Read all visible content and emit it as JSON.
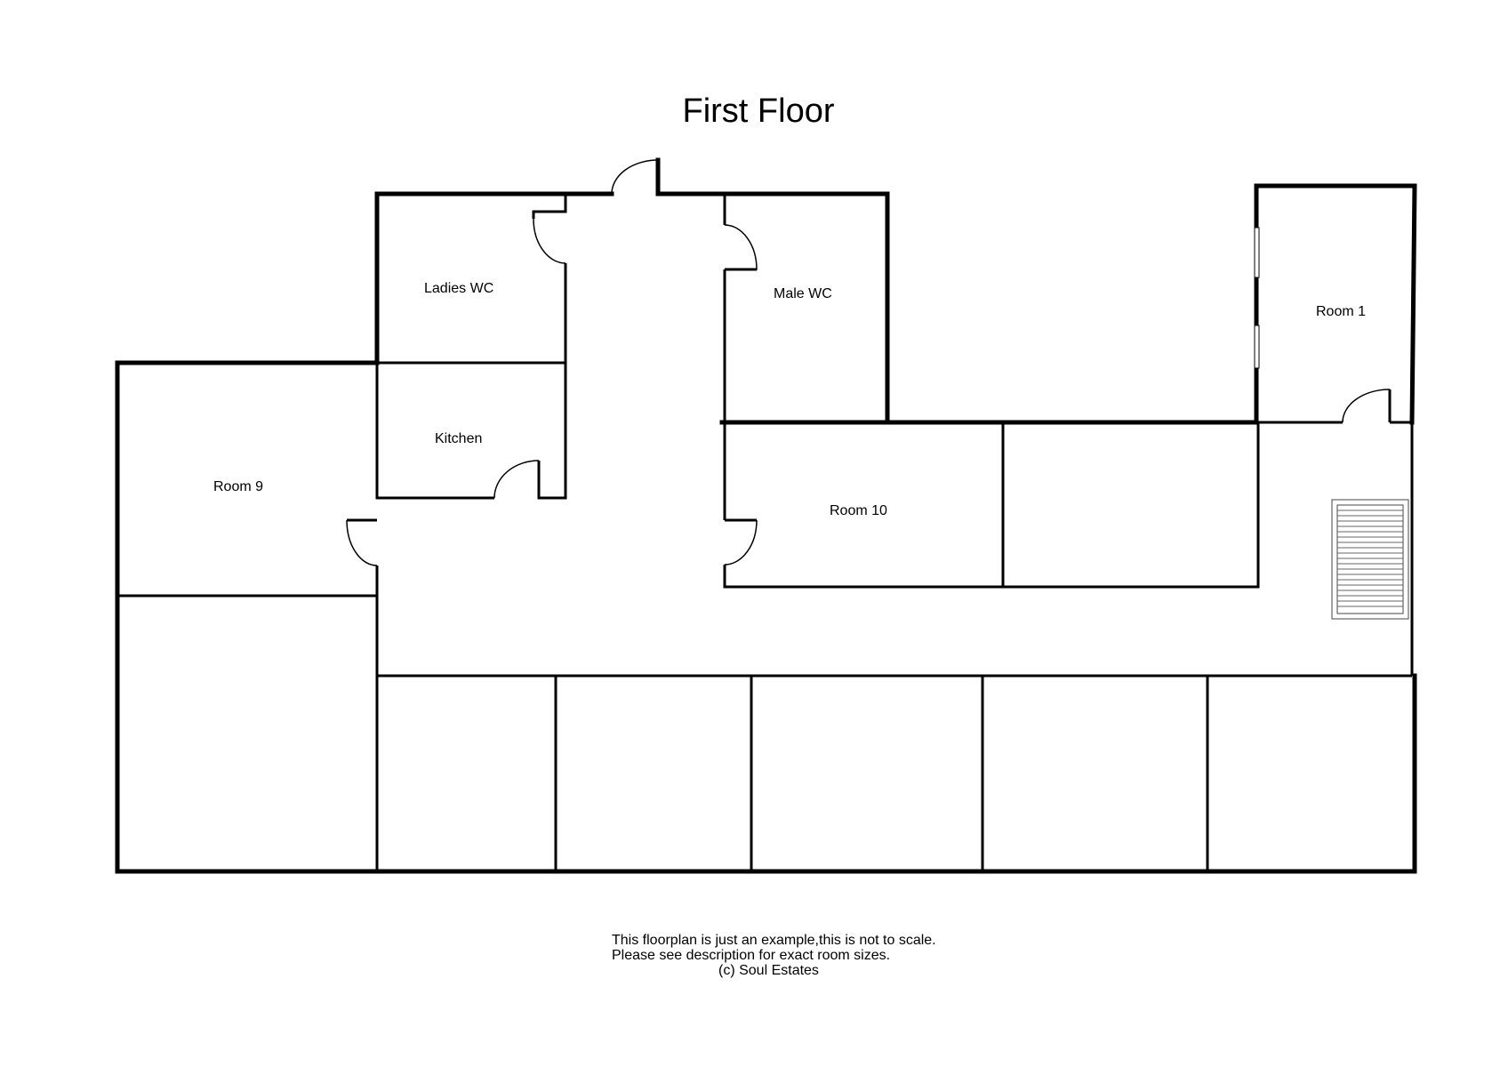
{
  "title": "First Floor",
  "rooms": {
    "ladies_wc": "Ladies WC",
    "male_wc": "Male WC",
    "room_1": "Room 1",
    "kitchen": "Kitchen",
    "room_9": "Room 9",
    "room_10": "Room 10"
  },
  "disclaimer": {
    "line1": "This floorplan is just an example,this is not to scale.",
    "line2": "Please see description for exact room sizes.",
    "copyright": "(c) Soul Estates"
  }
}
